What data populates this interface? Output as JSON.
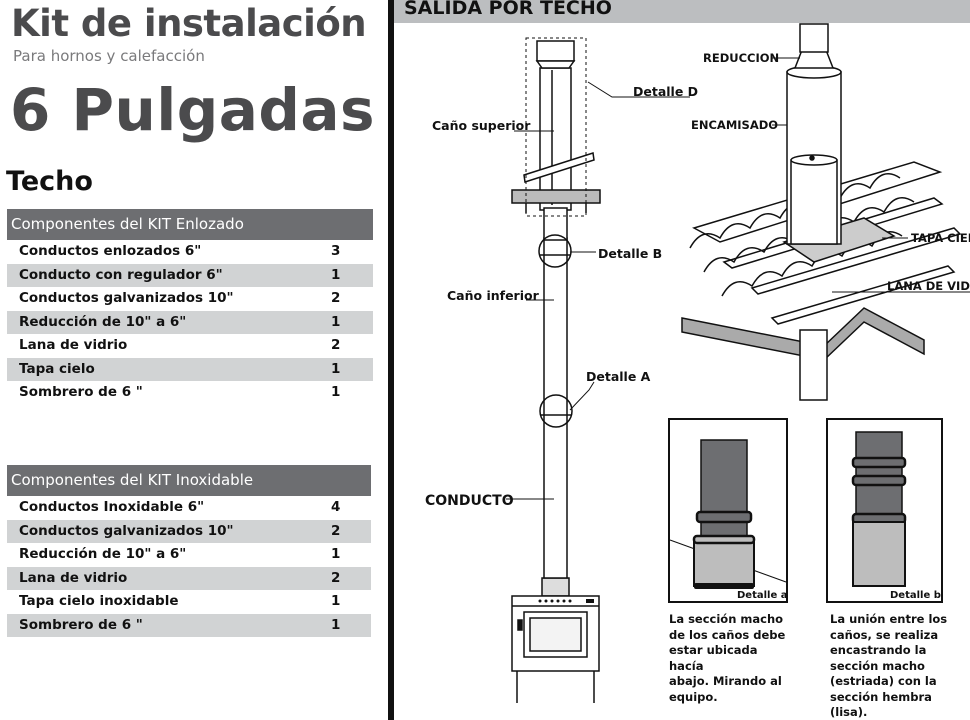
{
  "header": {
    "title": "Kit de instalación",
    "subtitle": "Para hornos y calefacción",
    "size": "6 Pulgadas",
    "section": "Techo"
  },
  "kit_enlozado": {
    "title": "Componentes del KIT Enlozado",
    "rows": [
      {
        "name": "Conductos enlozados 6\"",
        "qty": "3"
      },
      {
        "name": "Conducto con regulador 6\"",
        "qty": "1"
      },
      {
        "name": "Conductos galvanizados 10\"",
        "qty": "2"
      },
      {
        "name": "Reducción de 10\" a 6\"",
        "qty": "1"
      },
      {
        "name": "Lana de vidrio",
        "qty": "2"
      },
      {
        "name": "Tapa cielo",
        "qty": "1"
      },
      {
        "name": "Sombrero de 6 \"",
        "qty": "1"
      }
    ]
  },
  "kit_inoxidable": {
    "title": "Componentes del KIT Inoxidable",
    "rows": [
      {
        "name": "Conductos Inoxidable 6\"",
        "qty": "4"
      },
      {
        "name": "Conductos galvanizados 10\"",
        "qty": "2"
      },
      {
        "name": "Reducción de 10\" a 6\"",
        "qty": "1"
      },
      {
        "name": "Lana de vidrio",
        "qty": "2"
      },
      {
        "name": "Tapa cielo inoxidable",
        "qty": "1"
      },
      {
        "name": "Sombrero de 6 \"",
        "qty": "1"
      }
    ]
  },
  "diagram": {
    "title": "SALIDA POR TECHO",
    "labels": {
      "detalle_d": "Detalle D",
      "cano_superior": "Caño superior",
      "detalle_b": "Detalle B",
      "cano_inferior": "Caño inferior",
      "detalle_a": "Detalle A",
      "conducto": "CONDUCTO",
      "reduccion": "REDUCCION",
      "encamisado": "ENCAMISADO",
      "tapa_cielo": "TAPA CIELO",
      "lana_de_vidrio": "LANA DE VIDRIO",
      "detail_a_tag": "Detalle a",
      "detail_b_tag": "Detalle b"
    },
    "captions": {
      "a": [
        "La sección macho",
        "de los caños debe",
        "estar ubicada hacía",
        "abajo. Mirando al",
        "equipo."
      ],
      "b": [
        "La unión entre los",
        "caños, se realiza",
        "encastrando la",
        "sección macho",
        "(estriada) con la",
        "sección hembra",
        "(lisa)."
      ]
    }
  }
}
